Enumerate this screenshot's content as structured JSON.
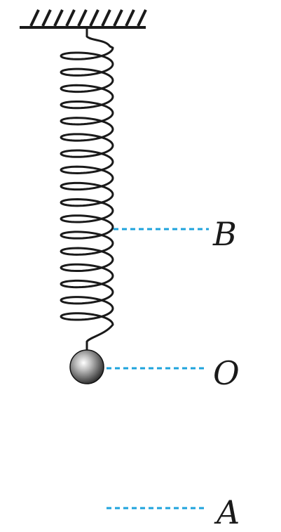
{
  "labels": {
    "b": "B",
    "o": "O",
    "a": "A"
  },
  "colors": {
    "line": "#1a1a1a",
    "dashed": "#1ea3dc",
    "ball_light": "#e6e6e6",
    "ball_dark": "#2b2b2b"
  }
}
